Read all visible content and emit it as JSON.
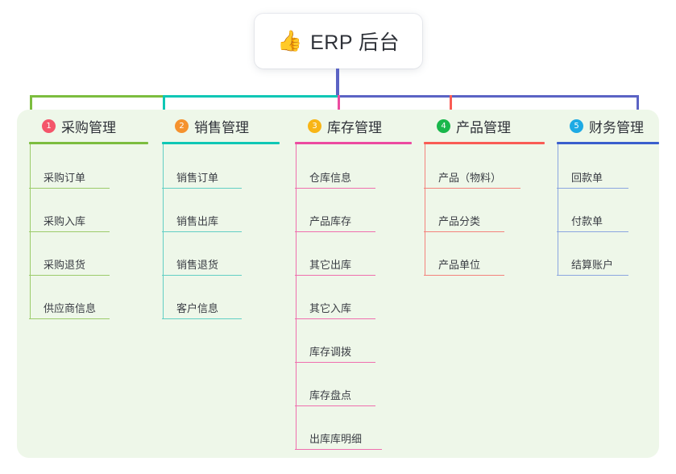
{
  "root": {
    "icon": "thumbs-up-emoji",
    "emoji": "👍",
    "title": "ERP 后台"
  },
  "palette": {
    "panel_bg": "#eef7e9",
    "page_bg": "#ffffff",
    "text": "#2e3138",
    "leaf_text": "#3a3d44",
    "root_trunk": "#5b63c4"
  },
  "columns": [
    {
      "number": "1",
      "title": "采购管理",
      "badge_color": "#f4556a",
      "rule_color": "#7cbd3f",
      "line_color": "#9ccb6b",
      "drop_color": "#7cbd3f",
      "bar_color": "#7cbd3f",
      "items": [
        {
          "label": "采购订单"
        },
        {
          "label": "采购入库"
        },
        {
          "label": "采购退货"
        },
        {
          "label": "供应商信息"
        }
      ]
    },
    {
      "number": "2",
      "title": "销售管理",
      "badge_color": "#f5922e",
      "rule_color": "#0ec7b5",
      "line_color": "#62cfc4",
      "drop_color": "#0ec7b5",
      "bar_color": "#0ec7b5",
      "items": [
        {
          "label": "销售订单"
        },
        {
          "label": "销售出库"
        },
        {
          "label": "销售退货"
        },
        {
          "label": "客户信息"
        }
      ]
    },
    {
      "number": "3",
      "title": "库存管理",
      "badge_color": "#f8b516",
      "rule_color": "#ec4ba0",
      "line_color": "#ef6fae",
      "drop_color": "#ec4ba0",
      "bar_color": "#5b63c4",
      "items": [
        {
          "label": "仓库信息"
        },
        {
          "label": "产品库存"
        },
        {
          "label": "其它出库"
        },
        {
          "label": "其它入库"
        },
        {
          "label": "库存调拨"
        },
        {
          "label": "库存盘点"
        },
        {
          "label": "出库库明细"
        }
      ]
    },
    {
      "number": "4",
      "title": "产品管理",
      "badge_color": "#19b74b",
      "rule_color": "#f95c55",
      "line_color": "#f4827c",
      "drop_color": "#f95c55",
      "bar_color": "#5b63c4",
      "items": [
        {
          "label": "产品（物料）"
        },
        {
          "label": "产品分类"
        },
        {
          "label": "产品单位"
        }
      ]
    },
    {
      "number": "5",
      "title": "财务管理",
      "badge_color": "#1eaae4",
      "rule_color": "#3a5fcd",
      "line_color": "#8ba6e0",
      "drop_color": "#5b63c4",
      "bar_color": "#5b63c4",
      "items": [
        {
          "label": "回款单"
        },
        {
          "label": "付款单"
        },
        {
          "label": "结算账户"
        }
      ]
    }
  ]
}
